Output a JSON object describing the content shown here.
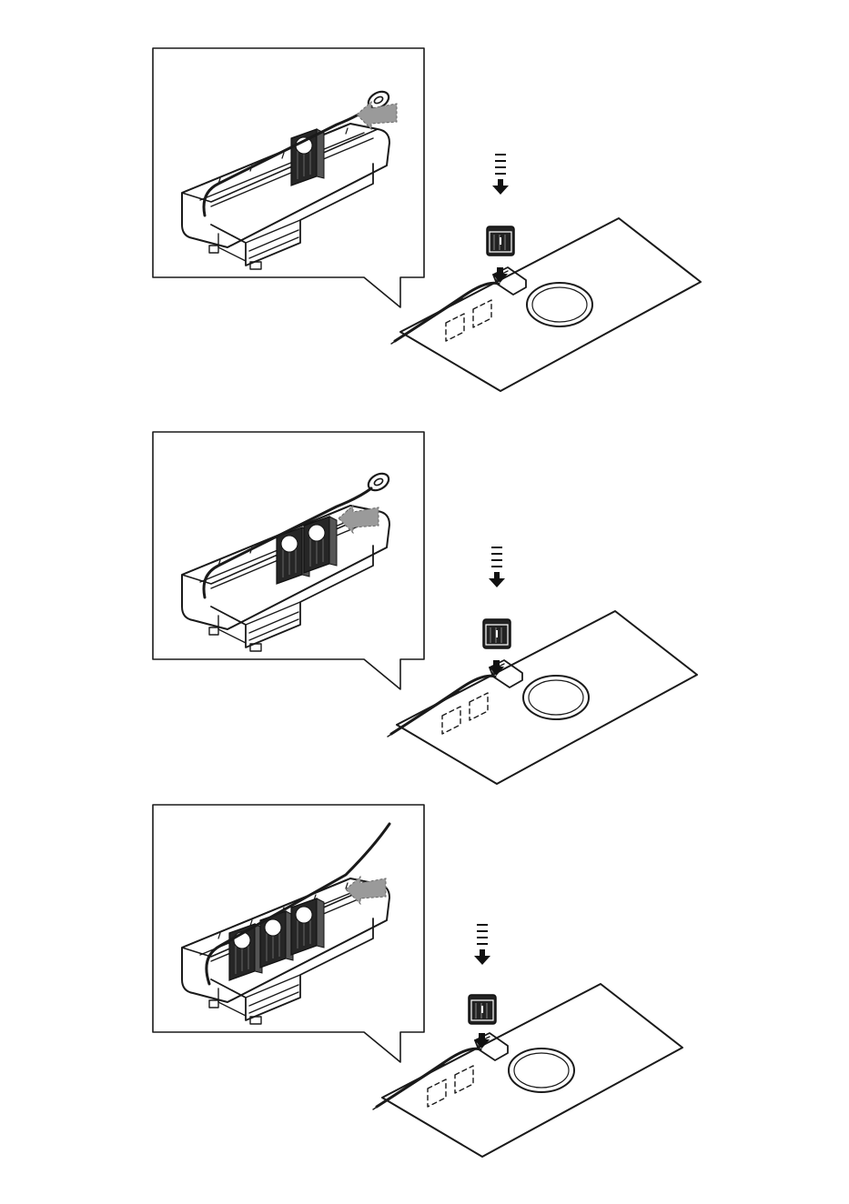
{
  "figure": {
    "steps": [
      {
        "modules_in_tray": 1,
        "insert_arrow": "dashed-arrow-icon"
      },
      {
        "modules_in_tray": 2,
        "insert_arrow": "dashed-arrow-icon"
      },
      {
        "modules_in_tray": 3,
        "insert_arrow": "dashed-arrow-icon"
      }
    ],
    "colors": {
      "line": "#1a1a1a",
      "module": "#222222",
      "gray_arrow": "#9a9a9a",
      "background": "#ffffff"
    }
  }
}
